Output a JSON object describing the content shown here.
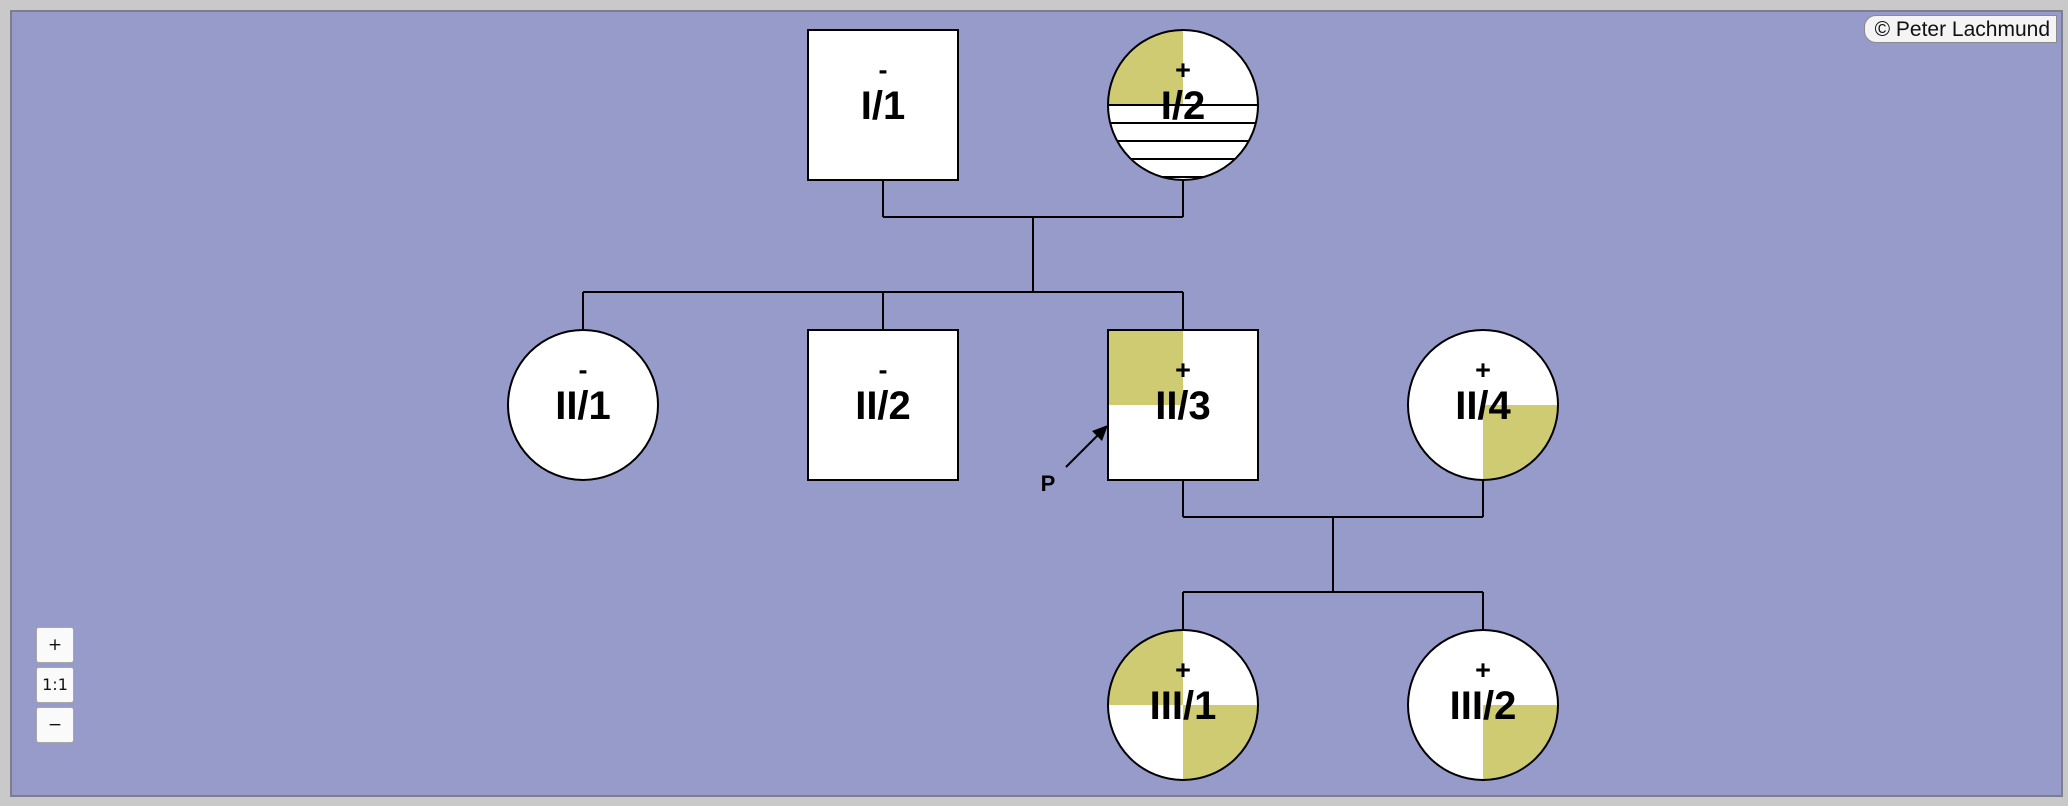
{
  "copyright": "© Peter Lachmund",
  "colors": {
    "background": "#979bca",
    "node_fill": "#ffffff",
    "affected_fill": "#cfcb72",
    "line": "#000000"
  },
  "zoom": {
    "plus_label": "+",
    "reset_label": "1:1",
    "minus_label": "−"
  },
  "proband_marker": "P",
  "individuals": [
    {
      "id": "I/1",
      "sex": "male",
      "status": "-",
      "quadrants": [],
      "hatched": false
    },
    {
      "id": "I/2",
      "sex": "female",
      "status": "+",
      "quadrants": [
        "top-left"
      ],
      "hatched": true
    },
    {
      "id": "II/1",
      "sex": "female",
      "status": "-",
      "quadrants": [],
      "hatched": false
    },
    {
      "id": "II/2",
      "sex": "male",
      "status": "-",
      "quadrants": [],
      "hatched": false
    },
    {
      "id": "II/3",
      "sex": "male",
      "status": "+",
      "quadrants": [
        "top-left"
      ],
      "hatched": false,
      "proband": true
    },
    {
      "id": "II/4",
      "sex": "female",
      "status": "+",
      "quadrants": [
        "bottom-right"
      ],
      "hatched": false
    },
    {
      "id": "III/1",
      "sex": "female",
      "status": "+",
      "quadrants": [
        "top-left",
        "bottom-right"
      ],
      "hatched": false
    },
    {
      "id": "III/2",
      "sex": "female",
      "status": "+",
      "quadrants": [
        "bottom-right"
      ],
      "hatched": false
    }
  ],
  "matings": [
    {
      "partners": [
        "I/1",
        "I/2"
      ],
      "children": [
        "II/1",
        "II/2",
        "II/3"
      ]
    },
    {
      "partners": [
        "II/3",
        "II/4"
      ],
      "children": [
        "III/1",
        "III/2"
      ]
    }
  ]
}
